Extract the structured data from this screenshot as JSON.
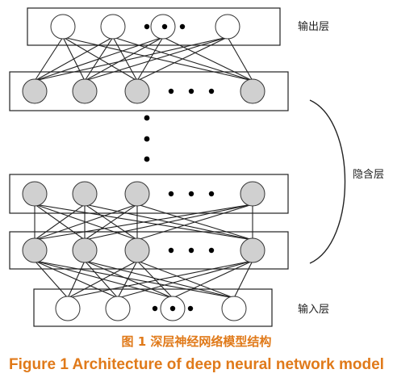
{
  "labels": {
    "output_layer": "输出层",
    "hidden_layer": "隐含层",
    "input_layer": "输入层"
  },
  "caption": {
    "chinese": "图 1  深层神经网络模型结构",
    "english": "Figure 1  Architecture of deep neural network model"
  },
  "colors": {
    "caption": "#e07a1a",
    "hidden_node_fill": "#d0d0d0",
    "io_node_fill": "#ffffff",
    "stroke": "#222222"
  },
  "layers": [
    {
      "role": "output",
      "nodes_drawn": 4
    },
    {
      "role": "hidden",
      "nodes_drawn": 4
    },
    {
      "role": "hidden",
      "nodes_drawn": 4
    },
    {
      "role": "hidden",
      "nodes_drawn": 4
    },
    {
      "role": "input",
      "nodes_drawn": 4
    }
  ]
}
